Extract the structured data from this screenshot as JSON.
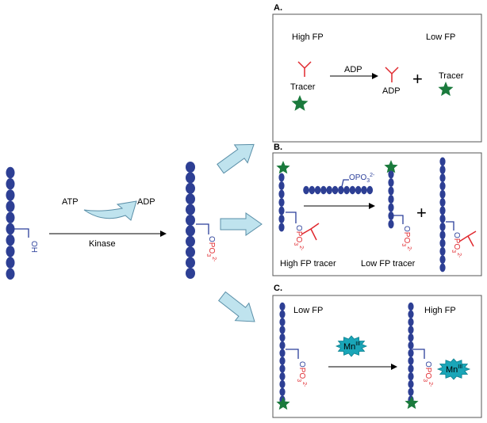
{
  "colors": {
    "bead": "#2d3f94",
    "chem_blue": "#2b3f9a",
    "chem_red": "#e0282e",
    "star": "#1a7a3c",
    "arrow_fill": "#bfe3ee",
    "arrow_stroke": "#5a8fa8",
    "burst": "#1aa6b8"
  },
  "left": {
    "atp_label": "ATP",
    "adp_label": "ADP",
    "kinase_label": "Kinase",
    "oh_label": "OH"
  },
  "middle": {
    "phos_label": "OPO3 2-"
  },
  "panel_a": {
    "label": "A.",
    "high_fp": "High FP",
    "low_fp": "Low FP",
    "tracer_left": "Tracer",
    "tracer_right": "Tracer",
    "adp_arrow": "ADP",
    "adp_product": "ADP",
    "plus": "+"
  },
  "panel_b": {
    "label": "B.",
    "high_fp_tracer": "High FP tracer",
    "low_fp_tracer": "Low FP tracer",
    "plus": "+"
  },
  "panel_c": {
    "label": "C.",
    "low_fp": "Low FP",
    "high_fp": "High FP",
    "mn_label": "Mn",
    "mn_sup": "III"
  },
  "chem": {
    "o": "O",
    "po": "PO",
    "sub3": "3",
    "charge": "2-"
  }
}
